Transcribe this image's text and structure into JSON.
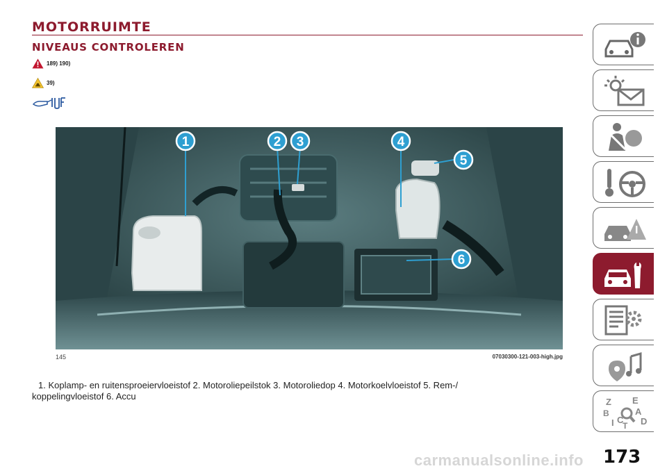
{
  "section_title": "MOTORRUIMTE",
  "subtitle": "NIVEAUS CONTROLEREN",
  "warning_refs": "189) 190)",
  "attention_refs": "39)",
  "figure": {
    "number": "145",
    "filename": "07030300-121-003-high.jpg",
    "callouts": [
      "1",
      "2",
      "3",
      "4",
      "5",
      "6"
    ]
  },
  "caption": {
    "line1": "1. Koplamp- en ruitensproeiervloeistof   2. Motoroliepeilstok   3. Motoroliedop   4. Motorkoelvloeistof   5. Rem-/",
    "line2": "koppelingvloeistof   6. Accu"
  },
  "side_tabs": [
    {
      "name": "dashboard-info",
      "active": false
    },
    {
      "name": "lights-messages",
      "active": false
    },
    {
      "name": "safety",
      "active": false
    },
    {
      "name": "driving",
      "active": false
    },
    {
      "name": "emergency",
      "active": false
    },
    {
      "name": "maintenance",
      "active": true
    },
    {
      "name": "technical-data",
      "active": false
    },
    {
      "name": "multimedia",
      "active": false
    },
    {
      "name": "index",
      "active": false
    }
  ],
  "index_tab_letters": [
    "Z",
    "E",
    "A",
    "B",
    "C",
    "T",
    "D",
    "I"
  ],
  "page_number": "173",
  "watermark": "carmanualsonline.info",
  "colors": {
    "accent": "#8d1b2e",
    "callout": "#2e9fd1",
    "photo_tint": "#3d5f63"
  }
}
